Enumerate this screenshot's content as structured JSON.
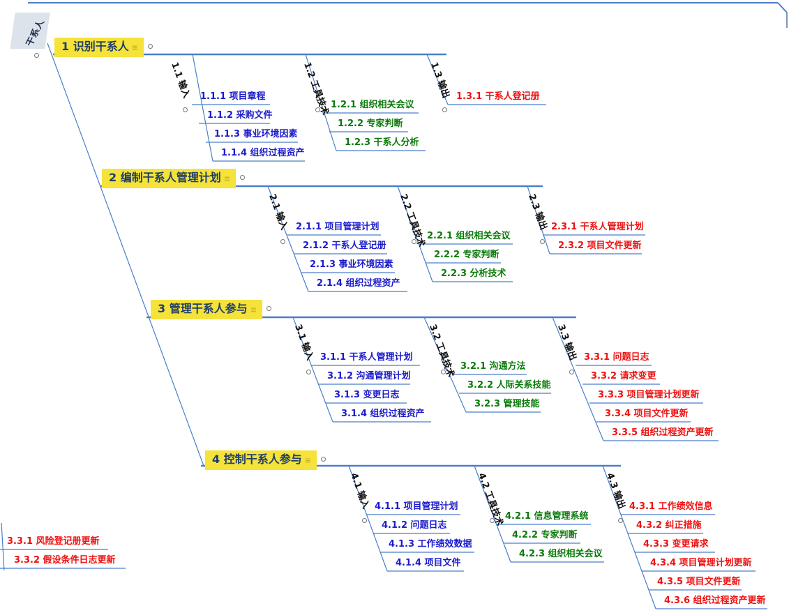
{
  "root": {
    "label": "干系人"
  },
  "colors": {
    "spine": "#4a7ec9",
    "topic_fill": "#f5e23a",
    "input": "#1c1ccc",
    "tool": "#0a7a0a",
    "output": "#ee1111"
  },
  "processes": [
    {
      "title": "1 识别干系人",
      "inputs_label": "1.1 输入",
      "tools_label": "1.2 工具技术",
      "outputs_label": "1.3 输出",
      "inputs": [
        "1.1.1 项目章程",
        "1.1.2 采购文件",
        "1.1.3 事业环境因素",
        "1.1.4 组织过程资产"
      ],
      "tools": [
        "1.2.1 组织相关会议",
        "1.2.2 专家判断",
        "1.2.3 干系人分析"
      ],
      "outputs": [
        "1.3.1 干系人登记册"
      ]
    },
    {
      "title": "2 编制干系人管理计划",
      "inputs_label": "2.1 输入",
      "tools_label": "2.2 工具技术",
      "outputs_label": "2.3 输出",
      "inputs": [
        "2.1.1 项目管理计划",
        "2.1.2 干系人登记册",
        "2.1.3 事业环境因素",
        "2.1.4 组织过程资产"
      ],
      "tools": [
        "2.2.1 组织相关会议",
        "2.2.2 专家判断",
        "2.2.3 分析技术"
      ],
      "outputs": [
        "2.3.1 干系人管理计划",
        "2.3.2 项目文件更新"
      ]
    },
    {
      "title": "3 管理干系人参与",
      "inputs_label": "3.1 输入",
      "tools_label": "3.2 工具技术",
      "outputs_label": "3.3 输出",
      "inputs": [
        "3.1.1 干系人管理计划",
        "3.1.2 沟通管理计划",
        "3.1.3 变更日志",
        "3.1.4 组织过程资产"
      ],
      "tools": [
        "3.2.1 沟通方法",
        "3.2.2 人际关系技能",
        "3.2.3 管理技能"
      ],
      "outputs": [
        "3.3.1 问题日志",
        "3.3.2 请求变更",
        "3.3.3 项目管理计划更新",
        "3.3.4 项目文件更新",
        "3.3.5 组织过程资产更新"
      ]
    },
    {
      "title": "4 控制干系人参与",
      "inputs_label": "4.1 输入",
      "tools_label": "4.2 工具技术",
      "outputs_label": "4.3 输出",
      "inputs": [
        "4.1.1 项目管理计划",
        "4.1.2 问题日志",
        "4.1.3 工作绩效数据",
        "4.1.4 项目文件"
      ],
      "tools": [
        "4.2.1 信息管理系统",
        "4.2.2 专家判断",
        "4.2.3 组织相关会议"
      ],
      "outputs": [
        "4.3.1 工作绩效信息",
        "4.3.2 纠正措施",
        "4.3.3 变更请求",
        "4.3.4 项目管理计划更新",
        "4.3.5 项目文件更新",
        "4.3.6 组织过程资产更新"
      ]
    }
  ],
  "left_fragment": [
    "3.3.1 风险登记册更新",
    "3.3.2 假设条件日志更新"
  ]
}
